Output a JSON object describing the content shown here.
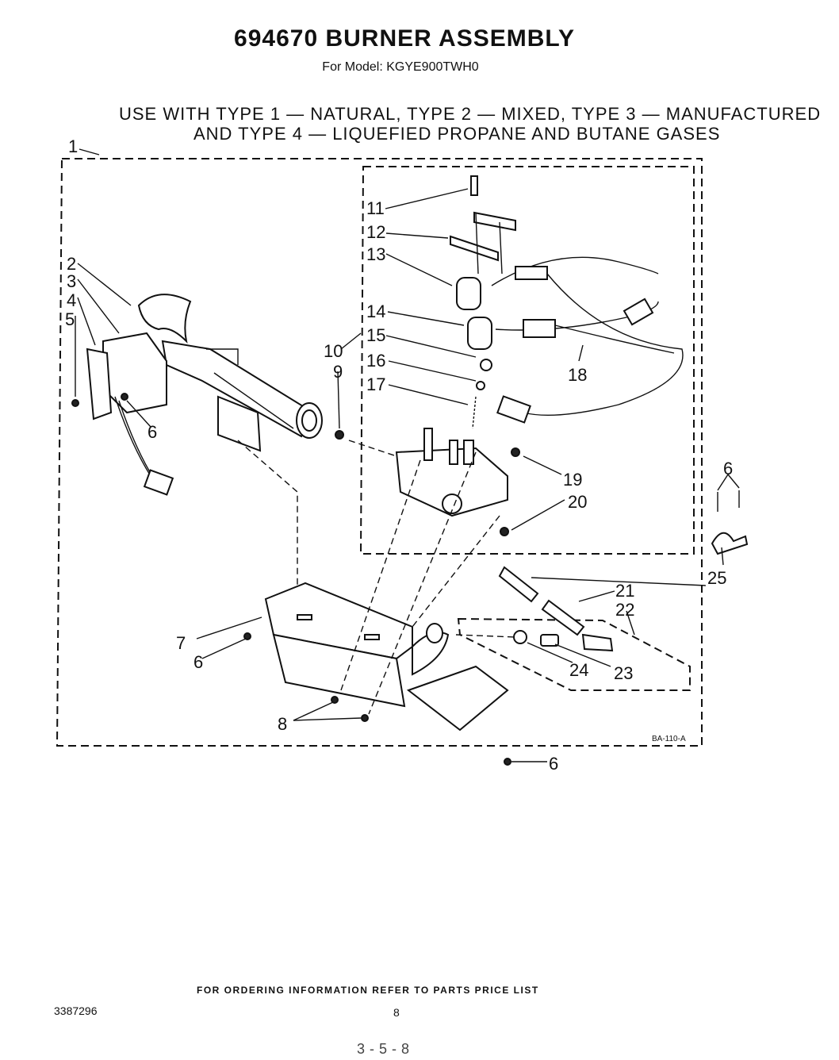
{
  "header": {
    "title": "694670 BURNER ASSEMBLY",
    "model": "For Model: KGYE900TWH0"
  },
  "usage": {
    "line1": "USE WITH TYPE 1 — NATURAL, TYPE 2 — MIXED, TYPE 3 — MANUFACTURED",
    "line2": "AND TYPE 4 — LIQUEFIED PROPANE AND BUTANE GASES"
  },
  "diagram": {
    "code": "BA-110-A",
    "callouts": {
      "c1": "1",
      "c2": "2",
      "c3": "3",
      "c4": "4",
      "c5": "5",
      "c6a": "6",
      "c6b": "6",
      "c6c": "6",
      "c6d": "6",
      "c7": "7",
      "c8": "8",
      "c9": "9",
      "c10": "10",
      "c11": "11",
      "c12": "12",
      "c13": "13",
      "c14": "14",
      "c15": "15",
      "c16": "16",
      "c17": "17",
      "c18": "18",
      "c19": "19",
      "c20": "20",
      "c21": "21",
      "c22": "22",
      "c23": "23",
      "c24": "24",
      "c25": "25"
    }
  },
  "footer": {
    "ordering": "FOR ORDERING INFORMATION REFER TO PARTS PRICE LIST",
    "doc_number": "3387296",
    "page_number": "8",
    "bottom_fragment": "3-5-8"
  }
}
